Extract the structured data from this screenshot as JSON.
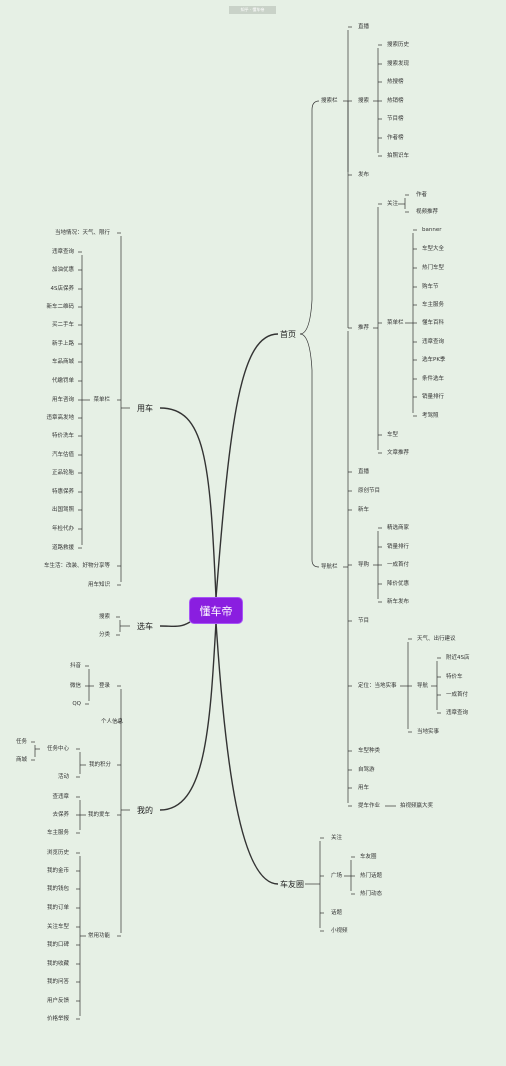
{
  "watermark": "知乎 · 懂车帝",
  "root": "懂车帝",
  "colors": {
    "background": "#e6f0e5",
    "root": "#8a1ee0",
    "line": "#333333"
  },
  "nodes": {
    "home": "首页",
    "search_bar": "搜索栏",
    "live": "直播",
    "search": "搜索",
    "search_history": "搜索历史",
    "search_discover": "搜索发现",
    "hot_list": "热搜榜",
    "sales_list": "热销榜",
    "program_list": "节目榜",
    "author_list": "作者榜",
    "photo_car": "拍照识车",
    "publish": "发布",
    "follow": "关注",
    "author": "作者",
    "video_rec": "视频推荐",
    "recommend": "推荐",
    "menu_bar": "菜单栏",
    "banner": "banner",
    "car_models": "车型大全",
    "hot_models": "热门车型",
    "buy_festival": "购车节",
    "owner_service": "车主服务",
    "encyclopedia": "懂车百科",
    "violation_query": "违章查询",
    "pk": "选车PK季",
    "condition_select": "条件选车",
    "sales_rank": "销量排行",
    "license_test": "考驾照",
    "car_type": "车型",
    "article_rec": "文章推荐",
    "live2": "直播",
    "original_program": "原创节目",
    "new_car": "新车",
    "nav_bar": "导航栏",
    "shopping_guide": "导购",
    "dealer": "精选商家",
    "sales_rank2": "销量排行",
    "one_price": "一成首付",
    "price_cut": "降价优惠",
    "new_release": "新车发布",
    "program": "节目",
    "location": "定位：当地实事",
    "weather": "天气、出行建议",
    "guide": "导航",
    "nearby_4s": "附近4S店",
    "special_car": "特价车",
    "one_price2": "一成首付",
    "violation2": "违章查询",
    "local_news": "当地实事",
    "car_seeking": "车型种类",
    "self_drive": "自驾游",
    "use_car2": "用车",
    "car_homework": "提车作业",
    "video_contest": "拍视频赢大奖",
    "car_circle": "车友圈",
    "follow2": "关注",
    "plaza": "广场",
    "circle": "车友圈",
    "hot_topic": "热门话题",
    "hot_news": "热门动态",
    "topic": "话题",
    "short_video": "小视频",
    "use_car": "用车",
    "local_info": "当地情况：天气、限行",
    "violation": "违章查询",
    "oil_discount": "加油优惠",
    "maintain_4s": "4S店保养",
    "used_qr": "新车二维码",
    "buy_used": "买二手车",
    "newbie": "新手上路",
    "mall": "车品商城",
    "agent_fine": "代缴罚单",
    "car_consult": "用车咨询",
    "high_violation": "违章高发地",
    "special_wash": "特价洗车",
    "car_info": "汽车估值",
    "tire": "正品轮胎",
    "maintenance": "特惠保养",
    "travel": "出国驾照",
    "annual_check": "年检代办",
    "rescue": "道路救援",
    "car_life": "车生活：改装、好物分享等",
    "car_knowledge": "用车知识",
    "menu_bar2": "菜单栏",
    "select_car": "选车",
    "search2": "搜索",
    "category": "分类",
    "mine": "我的",
    "login": "登录",
    "douyin": "抖音",
    "wechat": "微信",
    "qq": "QQ",
    "profile": "个人信息",
    "my_points": "我的积分",
    "task_center": "任务中心",
    "task": "任务",
    "mall2": "商城",
    "activity": "活动",
    "my_car": "我的爱车",
    "add_car": "查违章",
    "go_maintain": "去保养",
    "owner_service2": "车主服务",
    "common_func": "常用功能",
    "browse_history": "浏览历史",
    "my_coins": "我的金币",
    "my_wallet": "我的钱包",
    "my_orders": "我的订单",
    "follow_car": "关注车型",
    "my_reputation": "我的口碑",
    "my_favorites": "我的收藏",
    "my_questions": "我的问答",
    "feedback": "用户反馈",
    "price_report": "价格举报"
  }
}
